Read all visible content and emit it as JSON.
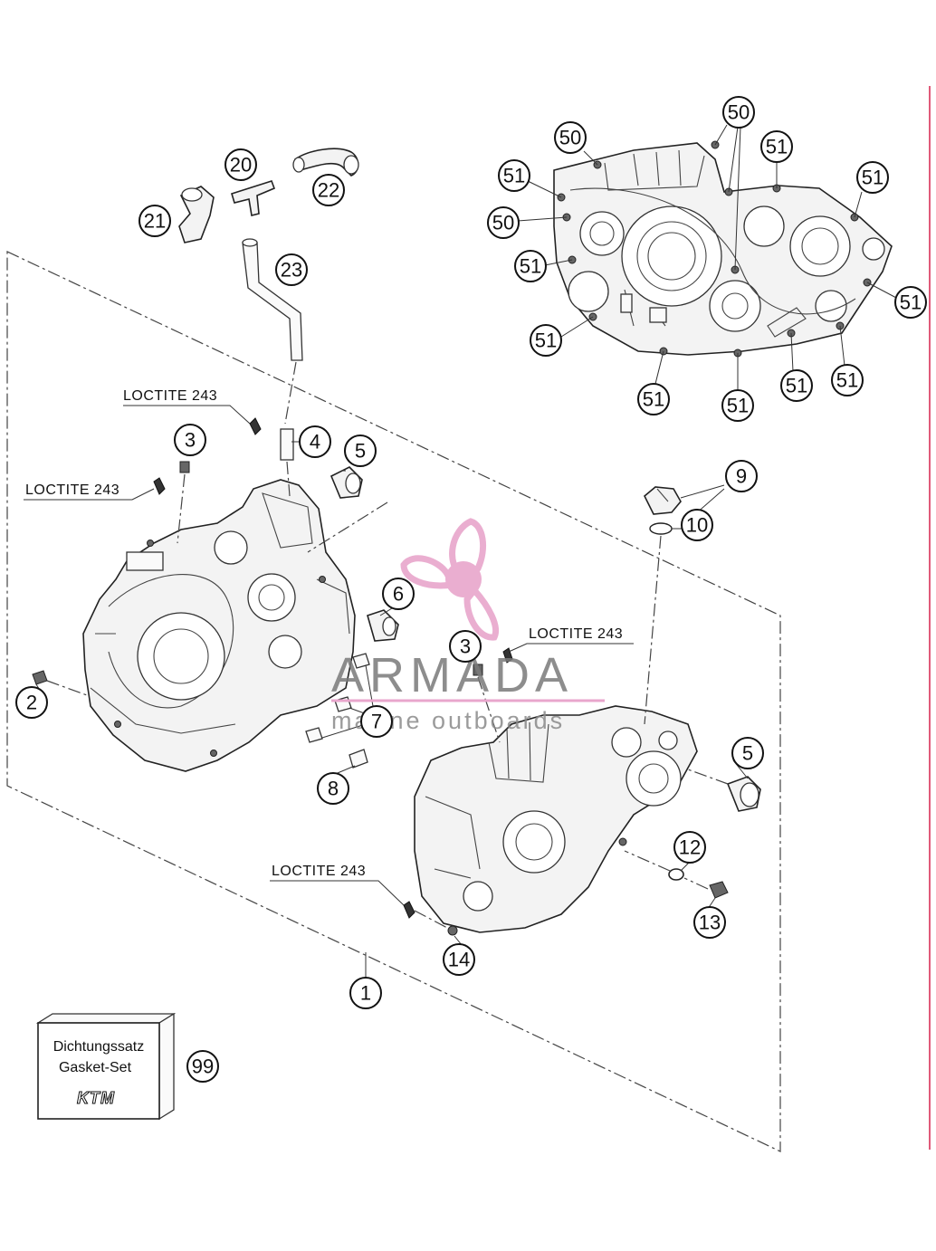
{
  "callouts": [
    {
      "id": "1",
      "label": "1"
    },
    {
      "id": "2",
      "label": "2"
    },
    {
      "id": "3a",
      "label": "3"
    },
    {
      "id": "3b",
      "label": "3"
    },
    {
      "id": "4",
      "label": "4"
    },
    {
      "id": "5a",
      "label": "5"
    },
    {
      "id": "5b",
      "label": "5"
    },
    {
      "id": "6",
      "label": "6"
    },
    {
      "id": "7",
      "label": "7"
    },
    {
      "id": "8",
      "label": "8"
    },
    {
      "id": "9",
      "label": "9"
    },
    {
      "id": "10",
      "label": "10"
    },
    {
      "id": "12",
      "label": "12"
    },
    {
      "id": "13",
      "label": "13"
    },
    {
      "id": "14",
      "label": "14"
    },
    {
      "id": "20",
      "label": "20"
    },
    {
      "id": "21",
      "label": "21"
    },
    {
      "id": "22",
      "label": "22"
    },
    {
      "id": "23",
      "label": "23"
    },
    {
      "id": "50a",
      "label": "50"
    },
    {
      "id": "50b",
      "label": "50"
    },
    {
      "id": "50c",
      "label": "50"
    },
    {
      "id": "51a",
      "label": "51"
    },
    {
      "id": "51b",
      "label": "51"
    },
    {
      "id": "51c",
      "label": "51"
    },
    {
      "id": "51d",
      "label": "51"
    },
    {
      "id": "51e",
      "label": "51"
    },
    {
      "id": "51f",
      "label": "51"
    },
    {
      "id": "51g",
      "label": "51"
    },
    {
      "id": "51h",
      "label": "51"
    },
    {
      "id": "51i",
      "label": "51"
    },
    {
      "id": "51j",
      "label": "51"
    },
    {
      "id": "99",
      "label": "99"
    }
  ],
  "notes": {
    "loctite_1": "LOCTITE 243",
    "loctite_2": "LOCTITE 243",
    "loctite_3": "LOCTITE 243",
    "loctite_4": "LOCTITE 243"
  },
  "gasket_kit": {
    "line1": "Dichtungssatz",
    "line2": "Gasket-Set",
    "brand_mark": "KTM"
  },
  "watermark": {
    "title": "ARMADA",
    "subtitle": "marine outboards",
    "logo": "propeller-logo"
  },
  "colors": {
    "line": "#222222",
    "watermark_pink": "#e8a6cc",
    "watermark_gray": "#7a7a7a",
    "edge_mark": "#e05a7a"
  }
}
